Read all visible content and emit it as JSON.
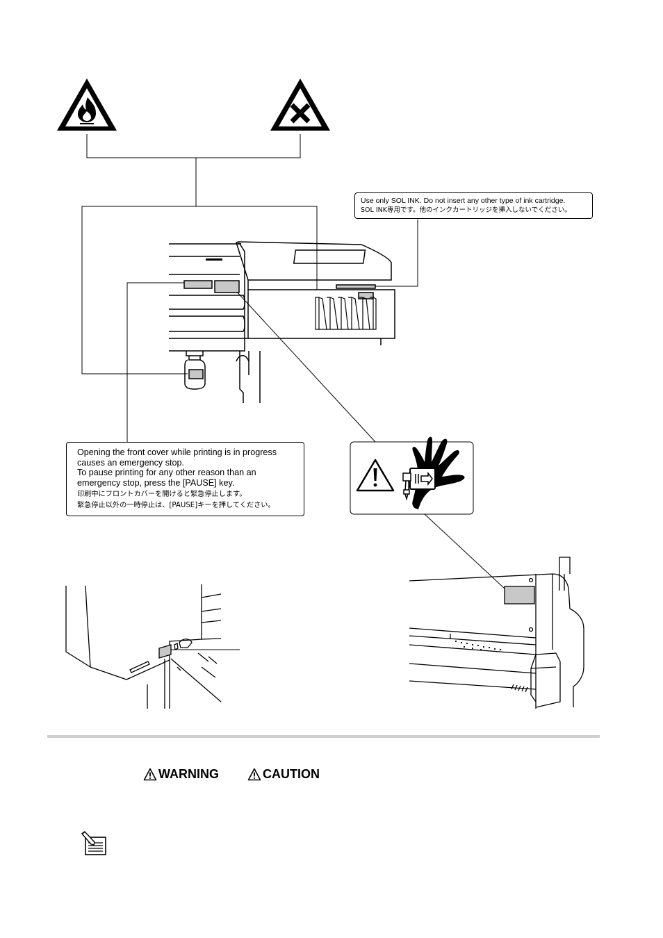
{
  "labels": {
    "ink_cartridge": {
      "en": "Use only SOL INK. Do not insert any other type of ink cartridge.",
      "ja": "SOL INK専用です。他のインクカートリッジを挿入しないでください。"
    },
    "front_cover": {
      "en": [
        "Opening the front cover while printing is in progress",
        "causes an emergency stop.",
        "To pause printing for any other reason than an",
        "emergency stop, press the [PAUSE] key."
      ],
      "ja": [
        "印刷中にフロントカバーを開けると緊急停止します。",
        "緊急停止以外の一時停止は、[PAUSE]キーを押してください。"
      ]
    }
  },
  "hazard_icons": [
    "flammable-icon",
    "harmful-icon",
    "exclamation-icon",
    "hand-pinch-icon",
    "memo-icon"
  ],
  "notices": {
    "warning": "WARNING",
    "caution": "CAUTION"
  },
  "colors": {
    "line": "#000000",
    "label_patch": "#c8c8c8",
    "rule": "#d0d0d0"
  }
}
